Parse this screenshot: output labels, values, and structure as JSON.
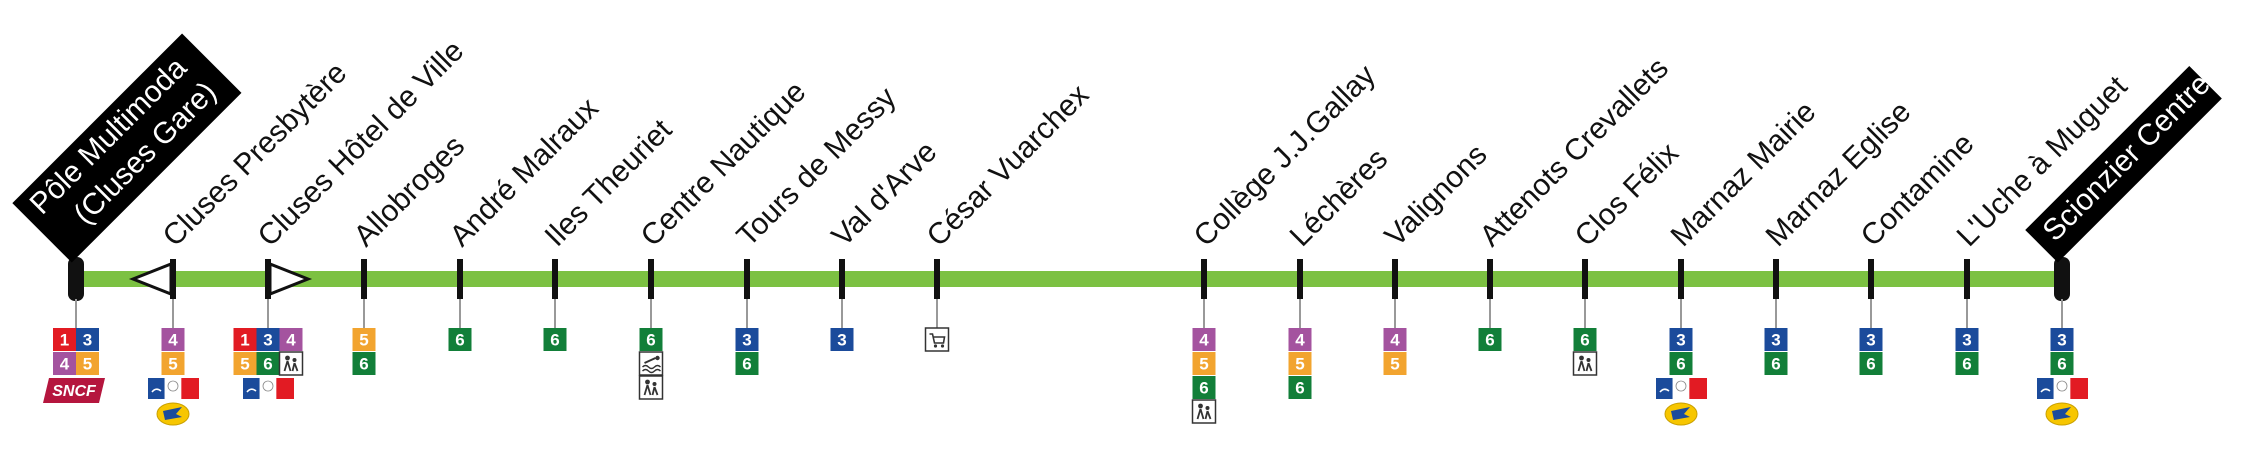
{
  "colors": {
    "line": "#7cc142",
    "tick": "#111111",
    "l1": "#e21b23",
    "l3": "#1b4b9b",
    "l4": "#a4539f",
    "l5": "#f2a42f",
    "l6": "#127f39",
    "sncf": "#b5163e",
    "poste": "#f7c600",
    "flag_blue": "#1b4b9b",
    "flag_red": "#e21b23"
  },
  "stops": [
    {
      "name": "Pôle Multimoda (Cluses Gare)",
      "name_lines": [
        "Pôle Multimoda",
        "(Cluses Gare)"
      ],
      "terminus": true,
      "lines": [
        [
          "1",
          "3"
        ],
        [
          "4",
          "5"
        ]
      ],
      "services": [
        "sncf"
      ]
    },
    {
      "name": "Cluses Presbytère",
      "direction": "left",
      "lines": [
        [
          "4"
        ],
        [
          "5"
        ]
      ],
      "services": [
        "tricolor",
        "poste"
      ]
    },
    {
      "name": "Cluses Hôtel de Ville",
      "direction": "right",
      "lines": [
        [
          "1",
          "3",
          "4"
        ],
        [
          "5",
          "6",
          "school"
        ]
      ],
      "services": [
        "tricolor"
      ]
    },
    {
      "name": "Allobroges",
      "lines": [
        [
          "5"
        ],
        [
          "6"
        ]
      ],
      "services": []
    },
    {
      "name": "André Malraux",
      "lines": [
        [
          "6"
        ]
      ],
      "services": []
    },
    {
      "name": "Iles Theuriet",
      "lines": [
        [
          "6"
        ]
      ],
      "services": []
    },
    {
      "name": "Centre Nautique",
      "lines": [
        [
          "6"
        ],
        [
          "pool"
        ],
        [
          "school"
        ]
      ],
      "services": []
    },
    {
      "name": "Tours de Messy",
      "lines": [
        [
          "3"
        ],
        [
          "6"
        ]
      ],
      "services": []
    },
    {
      "name": "Val d'Arve",
      "lines": [
        [
          "3"
        ]
      ],
      "services": []
    },
    {
      "name": "César Vuarchex",
      "lines": [
        [
          "shop"
        ]
      ],
      "services": []
    },
    {
      "name": "Collège J.J.Gallay",
      "lines": [
        [
          "4"
        ],
        [
          "5"
        ],
        [
          "6"
        ],
        [
          "school"
        ]
      ],
      "services": []
    },
    {
      "name": "Léchères",
      "lines": [
        [
          "4"
        ],
        [
          "5"
        ],
        [
          "6"
        ]
      ],
      "services": []
    },
    {
      "name": "Valignons",
      "lines": [
        [
          "4"
        ],
        [
          "5"
        ]
      ],
      "services": []
    },
    {
      "name": "Attenots Crevallets",
      "lines": [
        [
          "6"
        ]
      ],
      "services": []
    },
    {
      "name": "Clos Félix",
      "lines": [
        [
          "6"
        ],
        [
          "school"
        ]
      ],
      "services": []
    },
    {
      "name": "Marnaz Mairie",
      "lines": [
        [
          "3"
        ],
        [
          "6"
        ]
      ],
      "services": [
        "tricolor",
        "poste"
      ]
    },
    {
      "name": "Marnaz Eglise",
      "lines": [
        [
          "3"
        ],
        [
          "6"
        ]
      ],
      "services": []
    },
    {
      "name": "Contamine",
      "lines": [
        [
          "3"
        ],
        [
          "6"
        ]
      ],
      "services": []
    },
    {
      "name": "L'Uche à Muguet",
      "lines": [
        [
          "3"
        ],
        [
          "6"
        ]
      ],
      "services": []
    },
    {
      "name": "Scionzier Centre",
      "terminus": true,
      "lines": [
        [
          "3"
        ],
        [
          "6"
        ]
      ],
      "services": [
        "tricolor",
        "poste"
      ]
    }
  ],
  "sncf_label": "SNCF"
}
